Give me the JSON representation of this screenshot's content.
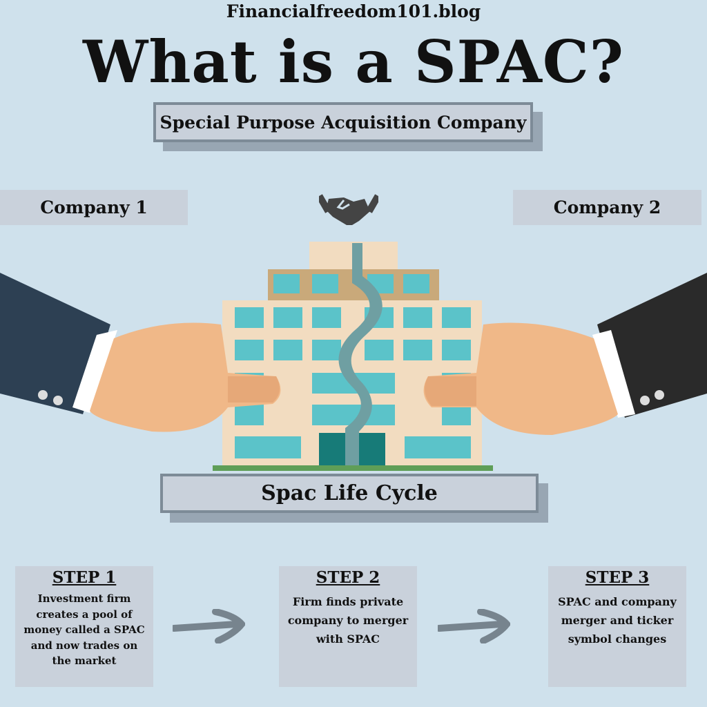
{
  "header": {
    "site": "Financialfreedom101.blog",
    "title": "What is a SPAC?",
    "subtitle": "Special Purpose Acquisition Company"
  },
  "companies": {
    "left": "Company 1",
    "right": "Company 2"
  },
  "icons": {
    "handshake": "handshake-icon"
  },
  "lifecycle": {
    "title": "Spac Life Cycle"
  },
  "steps": [
    {
      "title": "STEP 1",
      "text": "Investment firm creates a pool of money called a SPAC and now trades on the market"
    },
    {
      "title": "STEP 2",
      "text": "Firm finds private company to merger with SPAC"
    },
    {
      "title": "STEP 3",
      "text": "SPAC and company merger and ticker symbol changes"
    }
  ],
  "colors": {
    "background": "#cfe1ec",
    "box": "#c9d1db",
    "arrow": "#77848e",
    "window": "#5bc3c9",
    "building": "#f2dcc0"
  }
}
